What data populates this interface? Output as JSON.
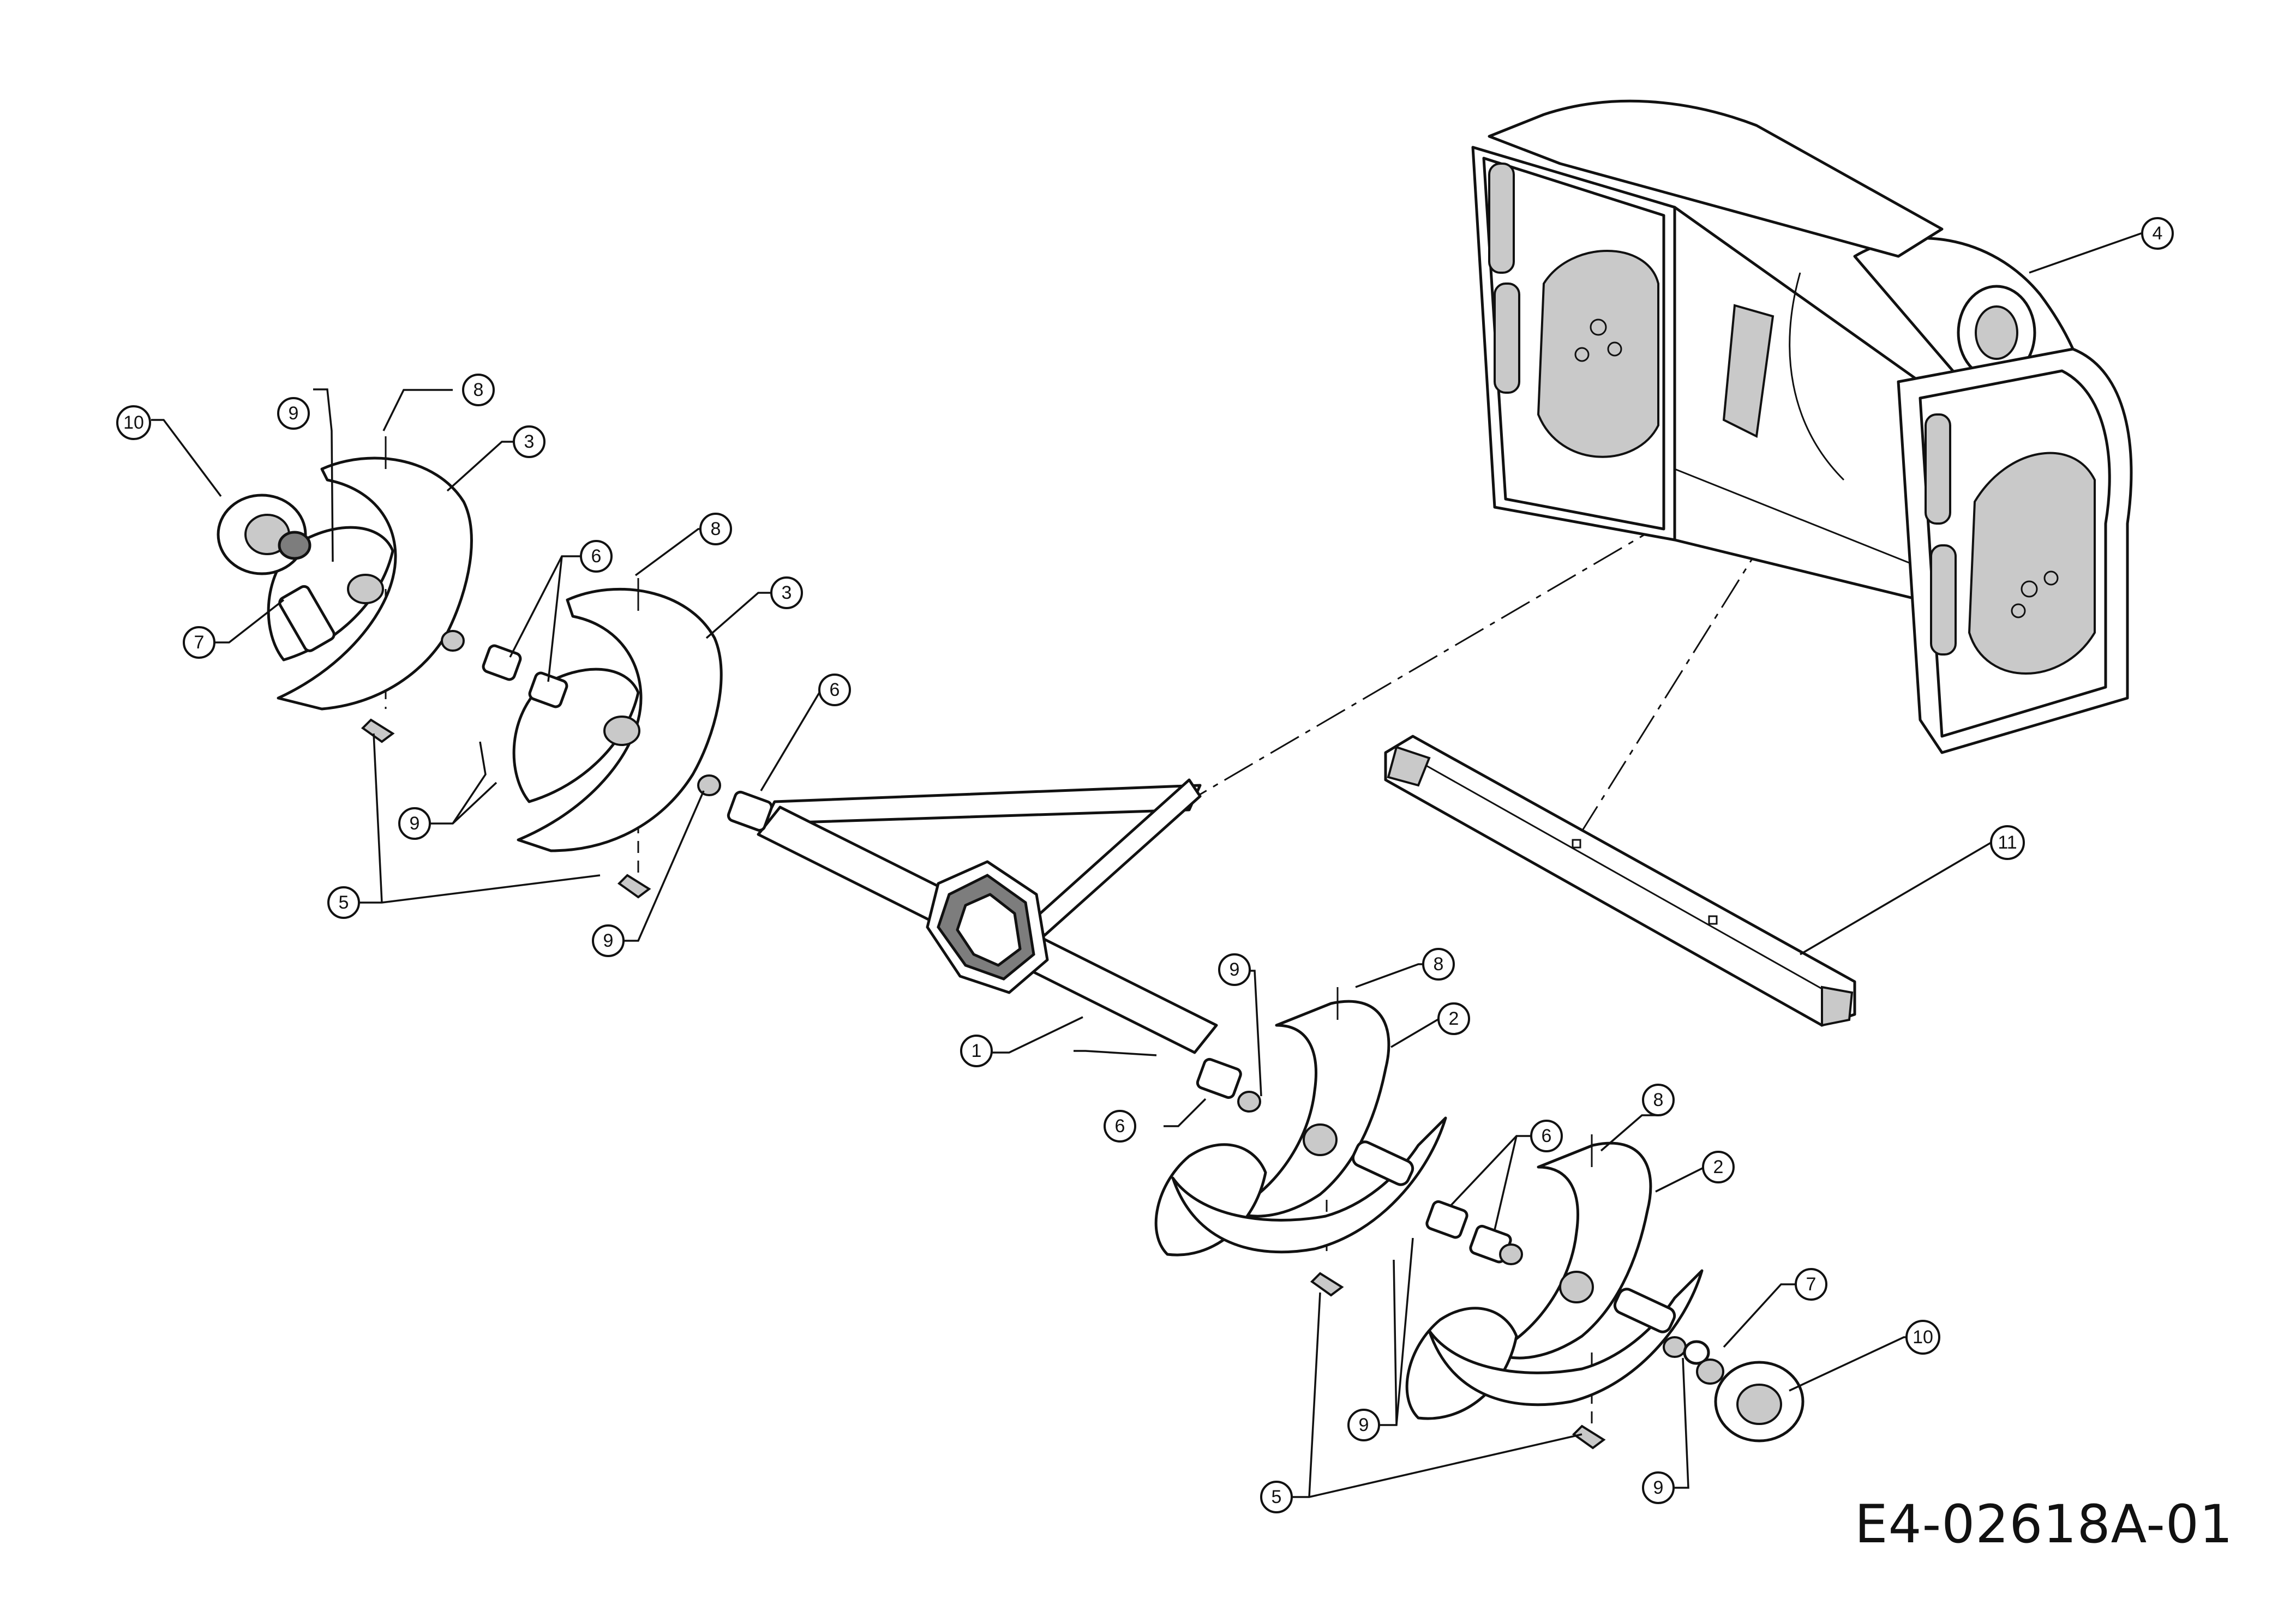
{
  "drawing_id": "E4-02618A-01",
  "callouts": [
    {
      "id": "c1",
      "label": "1"
    },
    {
      "id": "c2a",
      "label": "2"
    },
    {
      "id": "c2b",
      "label": "2"
    },
    {
      "id": "c3a",
      "label": "3"
    },
    {
      "id": "c3b",
      "label": "3"
    },
    {
      "id": "c4",
      "label": "4"
    },
    {
      "id": "c5a",
      "label": "5"
    },
    {
      "id": "c5b",
      "label": "5"
    },
    {
      "id": "c6a",
      "label": "6"
    },
    {
      "id": "c6b",
      "label": "6"
    },
    {
      "id": "c6c",
      "label": "6"
    },
    {
      "id": "c6d",
      "label": "6"
    },
    {
      "id": "c7a",
      "label": "7"
    },
    {
      "id": "c7b",
      "label": "7"
    },
    {
      "id": "c8a",
      "label": "8"
    },
    {
      "id": "c8b",
      "label": "8"
    },
    {
      "id": "c8c",
      "label": "8"
    },
    {
      "id": "c8d",
      "label": "8"
    },
    {
      "id": "c9a",
      "label": "9"
    },
    {
      "id": "c9b",
      "label": "9"
    },
    {
      "id": "c9c",
      "label": "9"
    },
    {
      "id": "c9d",
      "label": "9"
    },
    {
      "id": "c9e",
      "label": "9"
    },
    {
      "id": "c9f",
      "label": "9"
    },
    {
      "id": "c10a",
      "label": "10"
    },
    {
      "id": "c10b",
      "label": "10"
    },
    {
      "id": "c11",
      "label": "11"
    }
  ]
}
